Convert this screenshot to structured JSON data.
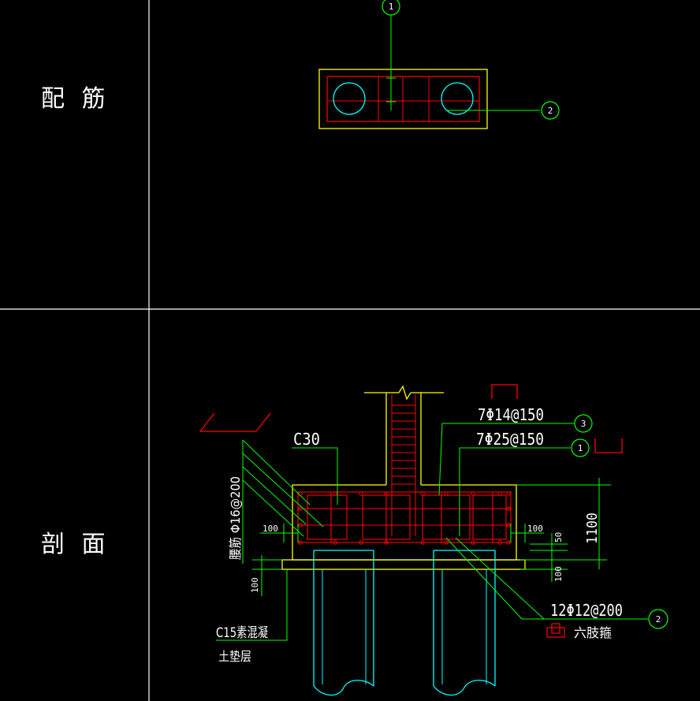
{
  "rows": {
    "top_label": "配 筋",
    "bottom_label": "剖 面"
  },
  "plan": {
    "bubble_1": "1",
    "bubble_2": "2"
  },
  "section": {
    "concrete_grade": "C30",
    "rebar_top": "7Φ14@150",
    "rebar_mid": "7Φ25@150",
    "rebar_bottom": "12Φ12@200",
    "stirrup": "腰筋 Φ16@200",
    "six_leg": "六肢箍",
    "cushion_1": "C15素混凝",
    "cushion_2": "土垫层",
    "dim_100_left": "100",
    "dim_100_right": "100",
    "dim_50": "50",
    "dim_100_lower": "100",
    "dim_100_vert": "100",
    "dim_1100": "1100",
    "bubble_3": "3",
    "bubble_1": "1",
    "bubble_2": "2"
  },
  "colors": {
    "grid": "#ffffff",
    "concrete": "#ffff00",
    "rebar": "#ff0000",
    "leader": "#00ff00",
    "pile": "#00ffff",
    "text": "#ffffff"
  }
}
